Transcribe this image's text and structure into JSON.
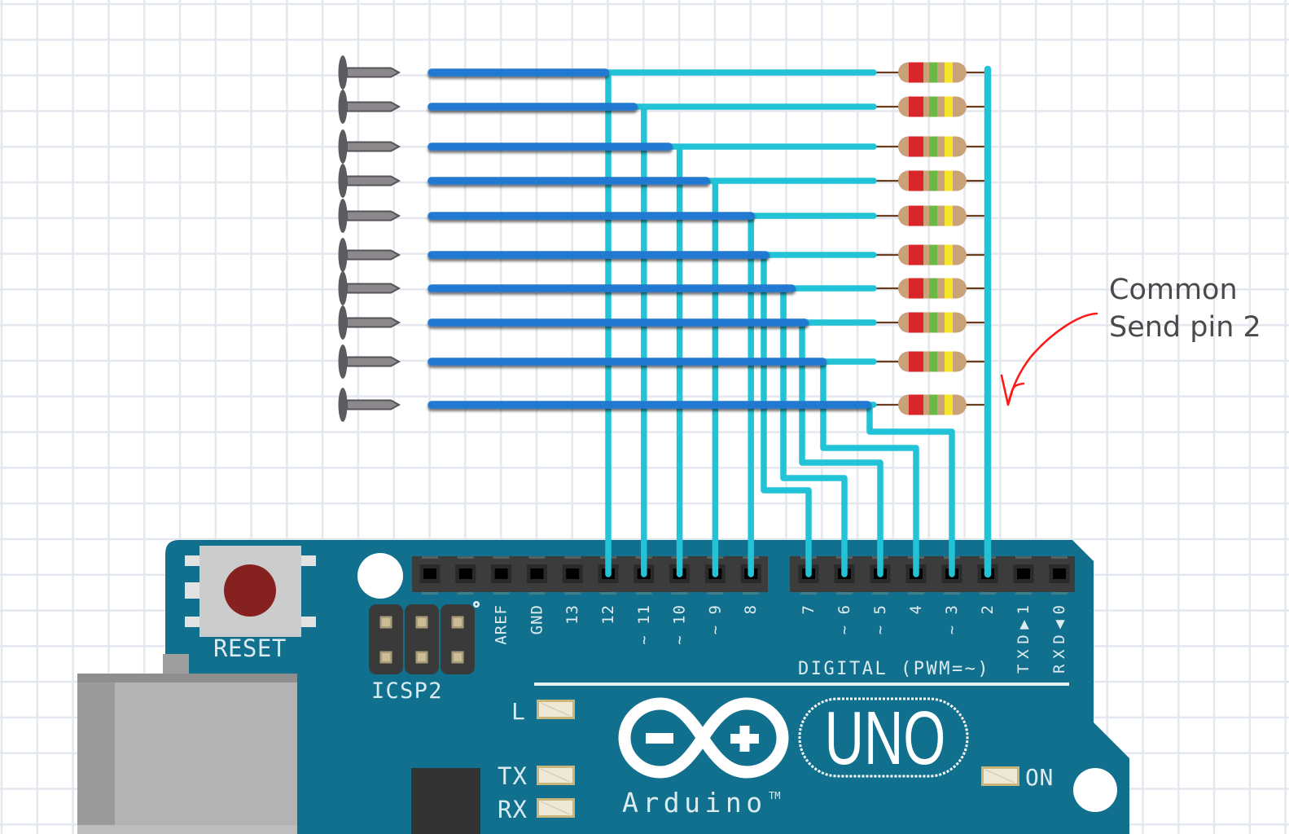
{
  "annotation": {
    "line1": "Common",
    "line2": "Send pin 2"
  },
  "colors": {
    "sensor_wire": "#2379d2",
    "signal_wire": "#22c3d6",
    "board": "#10708e",
    "resistor_body": "#c9a27a",
    "resistor_lead": "#6b3d1f",
    "resistor_bands": [
      "#d9262b",
      "#6cb844",
      "#f5e52a"
    ],
    "nail_body": "#8b878b",
    "nail_head": "#5b5b60",
    "reset_button": "#85221f",
    "annotation_arrow": "#ff1a1a"
  },
  "sensors": [
    {
      "id": 1,
      "pin": "12"
    },
    {
      "id": 2,
      "pin": "11"
    },
    {
      "id": 3,
      "pin": "10"
    },
    {
      "id": 4,
      "pin": "9"
    },
    {
      "id": 5,
      "pin": "8"
    },
    {
      "id": 6,
      "pin": "7"
    },
    {
      "id": 7,
      "pin": "6"
    },
    {
      "id": 8,
      "pin": "5"
    },
    {
      "id": 9,
      "pin": "4"
    },
    {
      "id": 10,
      "pin": "3"
    }
  ],
  "common_send_pin": "2",
  "board": {
    "brand": "Arduino",
    "trademark": "TM",
    "model": "UNO",
    "reset_label": "RESET",
    "icsp_label": "ICSP2",
    "digital_label": "DIGITAL (PWM=~)",
    "leds": {
      "l": "L",
      "tx": "TX",
      "rx": "RX",
      "on": "ON"
    },
    "header_left": [
      {
        "label": "",
        "pwm": false
      },
      {
        "label": "",
        "pwm": false
      },
      {
        "label": "AREF",
        "pwm": false
      },
      {
        "label": "GND",
        "pwm": false
      },
      {
        "label": "13",
        "pwm": false
      },
      {
        "label": "12",
        "pwm": false
      },
      {
        "label": "11",
        "pwm": true
      },
      {
        "label": "10",
        "pwm": true
      },
      {
        "label": "9",
        "pwm": true
      },
      {
        "label": "8",
        "pwm": false
      }
    ],
    "header_right": [
      {
        "label": "7",
        "pwm": false
      },
      {
        "label": "6",
        "pwm": true
      },
      {
        "label": "5",
        "pwm": true
      },
      {
        "label": "4",
        "pwm": false
      },
      {
        "label": "3",
        "pwm": true
      },
      {
        "label": "2",
        "pwm": false
      },
      {
        "label": "TXD▶1",
        "pwm": false
      },
      {
        "label": "RXD◀0",
        "pwm": false
      }
    ]
  }
}
